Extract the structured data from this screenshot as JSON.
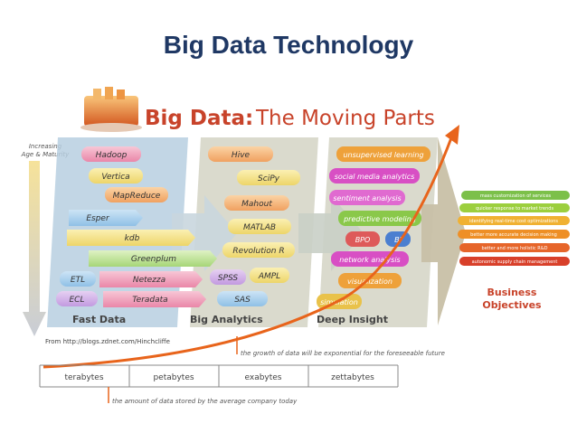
{
  "slide_title": "Big Data Technology",
  "header": {
    "title_bold": "Big Data:",
    "title_rest": " The Moving Parts",
    "side_label": [
      "Increasing",
      "Age & Maturity"
    ]
  },
  "columns": {
    "fast_data": "Fast Data",
    "big_analytics": "Big Analytics",
    "deep_insight": "Deep Insight"
  },
  "fast_data_items": [
    "Hadoop",
    "Vertica",
    "MapReduce",
    "Esper",
    "kdb",
    "Greenplum",
    "ETL",
    "Netezza",
    "ECL",
    "Teradata"
  ],
  "big_analytics_items": [
    "Hive",
    "SciPy",
    "Mahout",
    "MATLAB",
    "Revolution R",
    "SPSS",
    "AMPL",
    "SAS"
  ],
  "deep_insight_items": [
    "unsupervised learning",
    "social media analytics",
    "sentiment analysis",
    "predictive modeling",
    "BPO",
    "BI",
    "network analysis",
    "visualization",
    "simulation"
  ],
  "business_objectives": {
    "items": [
      "mass customization of services",
      "quicker response to market trends",
      "identifying real-time cost optimizations",
      "better more accurate decision making",
      "better and more holistic R&D",
      "autonomic supply chain management"
    ],
    "label_1": "Business",
    "label_2": "Objectives"
  },
  "source": "From http://blogs.zdnet.com/Hinchcliffe",
  "growth_note": "the growth of data will be exponential for the foreseeable future",
  "scale": [
    "terabytes",
    "petabytes",
    "exabytes",
    "zettabytes"
  ],
  "stored_note": "the amount of data stored by the average company today",
  "colors": {
    "title": "#1f3864",
    "orange": "#e8641b",
    "fast_panel": "#b7cfe0",
    "panel_gray": "#d6d6c8"
  }
}
